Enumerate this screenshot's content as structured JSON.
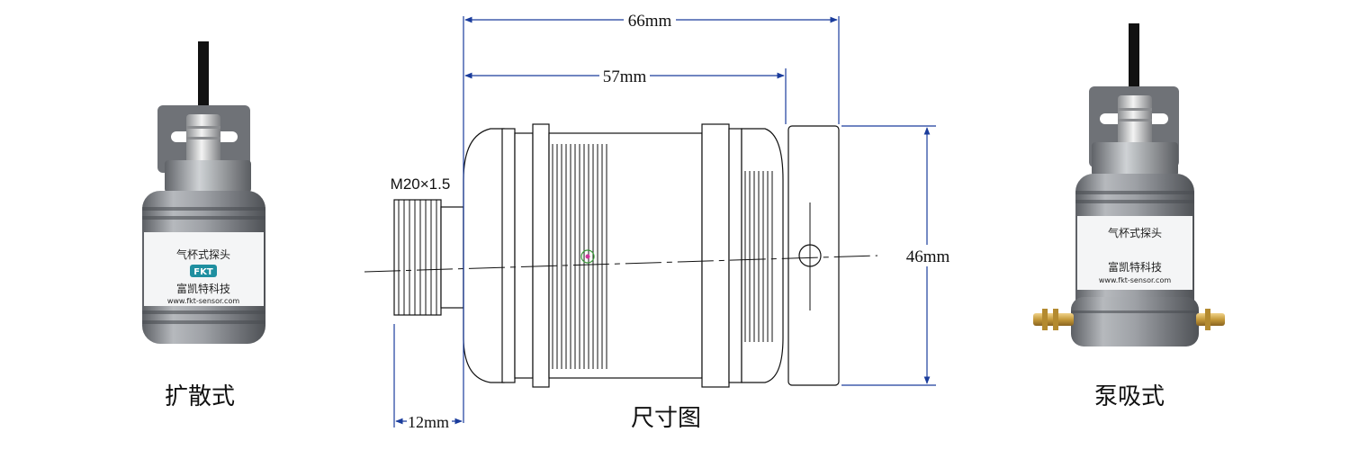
{
  "left_product": {
    "label_title": "气杯式探头",
    "logo": "FKT",
    "label_company": "富凯特科技",
    "label_url": "www.fkt-sensor.com",
    "caption": "扩散式"
  },
  "drawing": {
    "thread_spec": "M20×1.5",
    "dim_overall": "66mm",
    "dim_body": "57mm",
    "dim_thread": "12mm",
    "dim_diameter": "46mm",
    "caption": "尺寸图"
  },
  "right_product": {
    "label_title": "气杯式探头",
    "label_company": "富凯特科技",
    "label_url": "www.fkt-sensor.com",
    "caption": "泵吸式"
  },
  "colors": {
    "body_grey": "#8a8d92",
    "label_white": "#f4f5f6",
    "logo_teal": "#1f8fa0",
    "brass": "#c59a3a"
  }
}
